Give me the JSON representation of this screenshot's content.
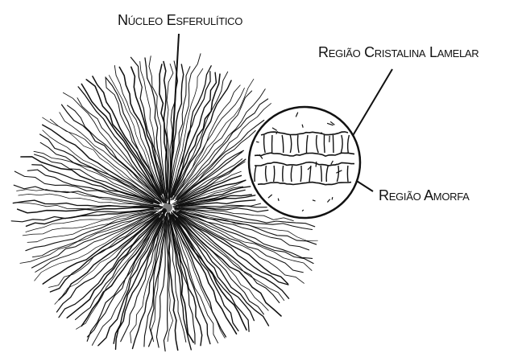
{
  "labels": {
    "nucleus": "Núcleo Esferulítico",
    "crystalline": "Região Cristalina Lamelar",
    "amorphous": "Região Amorfa"
  },
  "colors": {
    "ink": "#111111",
    "background": "#ffffff"
  }
}
